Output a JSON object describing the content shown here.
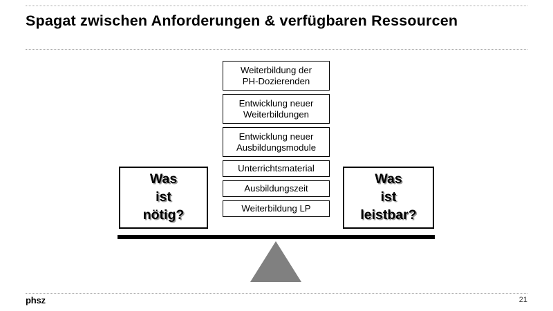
{
  "slide": {
    "title": "Spagat zwischen Anforderungen & verfügbaren Ressourcen",
    "footer": {
      "brand": "phsz",
      "page_number": "21"
    }
  },
  "diagram": {
    "type": "seesaw-balance",
    "left_panel": {
      "label": "Was\nist\nnötig?"
    },
    "right_panel": {
      "label": "Was\nist\nleistbar?"
    },
    "task_boxes": [
      {
        "label": "Weiterbildung der\nPH-Dozierenden",
        "lines": 2
      },
      {
        "label": "Entwicklung neuer\nWeiterbildungen",
        "lines": 2
      },
      {
        "label": "Entwicklung neuer\nAusbildungsmodule",
        "lines": 2
      },
      {
        "label": "Unterrichtsmaterial",
        "lines": 1
      },
      {
        "label": "Ausbildungszeit",
        "lines": 1
      },
      {
        "label": "Weiterbildung LP",
        "lines": 1
      }
    ],
    "fulcrum": {
      "shape": "triangle",
      "color": "#808080"
    },
    "beam": {
      "color": "#000000"
    }
  },
  "colors": {
    "text": "#000000",
    "rule": "#a8a8a8",
    "box_border": "#000000",
    "shadow": "#9a9a9a",
    "fulcrum": "#808080"
  }
}
